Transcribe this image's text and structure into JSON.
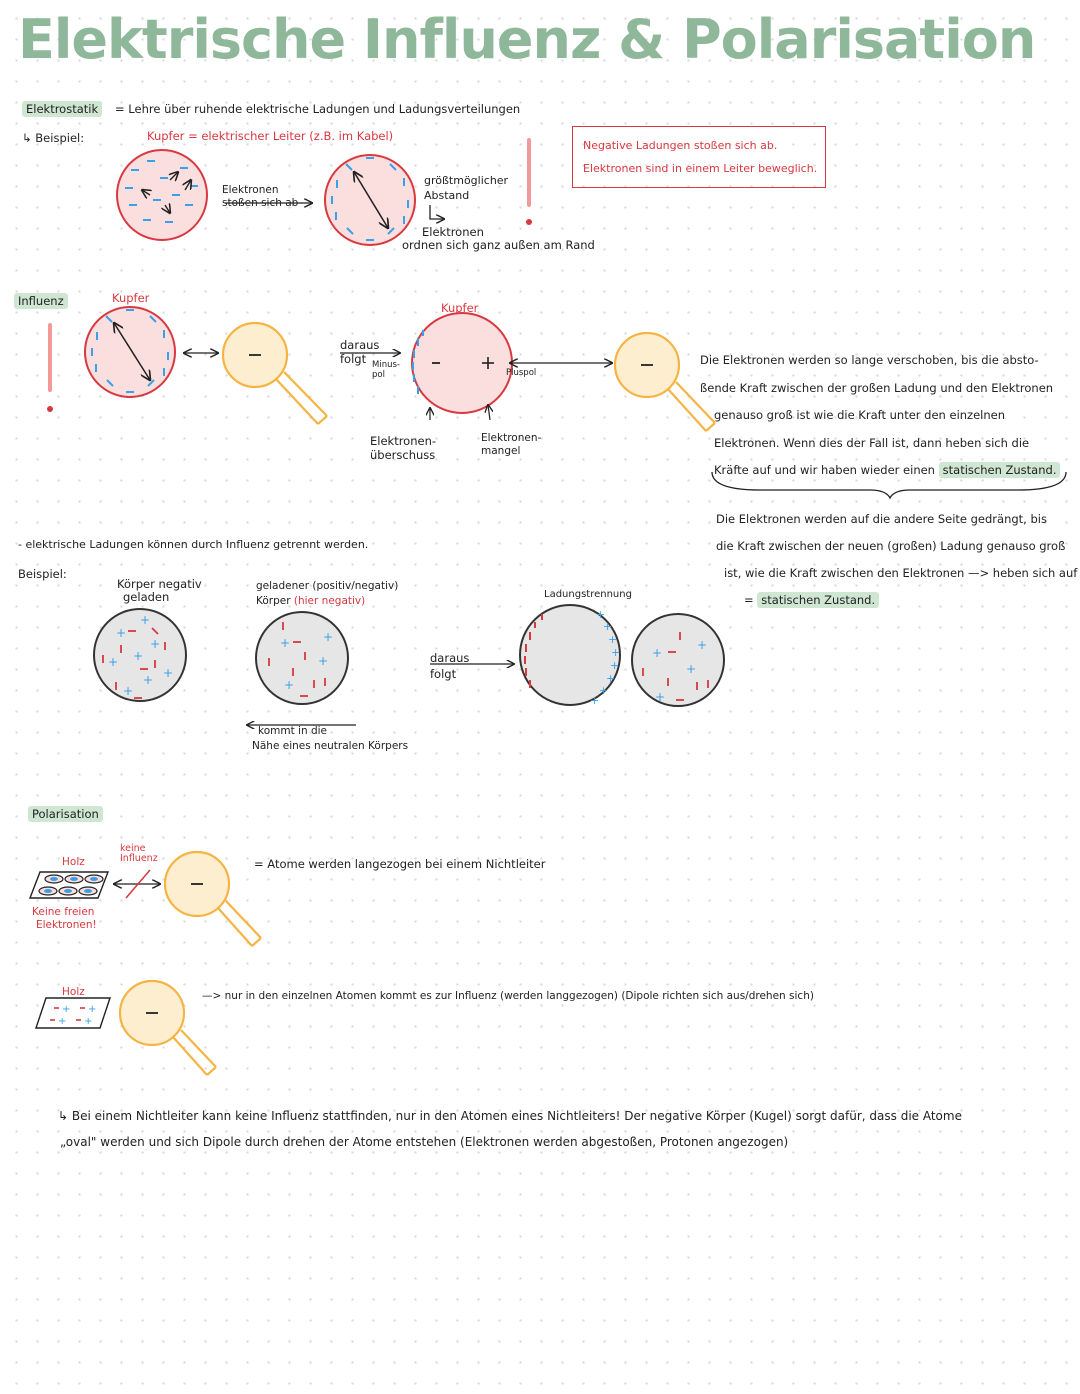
{
  "title": "Elektrische Influenz & Polarisation",
  "section1": {
    "tag": "Elektrostatik",
    "definition": "= Lehre über ruhende elektrische Ladungen und Ladungsverteilungen",
    "beispiel_label": "Beispiel:",
    "kupfer_note": "Kupfer = elektrischer Leiter (z.B. im Kabel)",
    "arrow_label_line1": "Elektronen",
    "arrow_label_line2": "stoßen sich ab",
    "abstand_line1": "größtmöglicher",
    "abstand_line2": "Abstand",
    "rand_line1": "Elektronen",
    "rand_line2": "ordnen sich ganz außen am Rand",
    "box_line1": "Negative Ladungen stoßen sich ab.",
    "box_line2": "Elektronen sind in einem Leiter beweglich."
  },
  "section2": {
    "tag": "Influenz",
    "kupfer_left": "Kupfer",
    "kupfer_right": "Kupfer",
    "daraus_line1": "daraus",
    "daraus_line2": "folgt",
    "minuspol_line1": "Minus-",
    "minuspol_line2": "pol",
    "pluspol": "Pluspol",
    "ueberschuss_line1": "Elektronen-",
    "ueberschuss_line2": "überschuss",
    "mangel_line1": "Elektronen-",
    "mangel_line2": "mangel",
    "explanation": [
      "Die Elektronen werden so lange verschoben, bis die absto-",
      "ßende Kraft zwischen der großen Ladung und den Elektronen",
      "genauso groß ist wie die Kraft unter den einzelnen",
      "Elektronen. Wenn dies der Fall ist, dann heben sich die"
    ],
    "explanation_last_prefix": "Kräfte auf und wir haben wieder einen",
    "explanation_last_hl": "statischen Zustand.",
    "explanation2": [
      "Die Elektronen werden auf die andere Seite gedrängt, bis",
      "die Kraft zwischen der neuen (großen) Ladung genauso groß",
      "ist, wie die Kraft zwischen den Elektronen —> heben sich auf"
    ],
    "explanation2_eq": "=",
    "explanation2_hl": "statischen Zustand."
  },
  "section3": {
    "statement": "- elektrische Ladungen können durch Influenz getrennt werden.",
    "beispiel_label": "Beispiel:",
    "koerper_line1": "Körper negativ",
    "koerper_line2": "geladen",
    "geladener_line1": "geladener (positiv/negativ)",
    "geladener_prefix": "Körper",
    "geladener_red": "(hier negativ)",
    "kommt_line1": "kommt in die",
    "kommt_line2": "Nähe eines neutralen Körpers",
    "daraus_line1": "daraus",
    "daraus_line2": "folgt",
    "ladungstrennung": "Ladungstrennung"
  },
  "section4": {
    "tag": "Polarisation",
    "holz1": "Holz",
    "keine_influenz_line1": "keine",
    "keine_influenz_line2": "Influenz",
    "keine_freien_line1": "Keine freien",
    "keine_freien_line2": "Elektronen!",
    "atome_note": "= Atome werden langezogen bei einem Nichtleiter",
    "holz2": "Holz",
    "dipol_note": "—> nur in den einzelnen Atomen kommt es zur Influenz (werden langgezogen) (Dipole richten sich aus/drehen sich)",
    "summary_line1": "↳ Bei einem Nichtleiter kann keine Influenz stattfinden, nur in den Atomen eines Nichtleiters! Der negative Körper (Kugel) sorgt dafür, dass die Atome",
    "summary_line2": "„oval\" werden und sich Dipole durch drehen der Atome entstehen (Elektronen werden abgestoßen, Protonen angezogen)"
  },
  "colors": {
    "title_green": "#8fb89a",
    "highlight_green": "#cfe6d2",
    "red": "#d8383f",
    "pink_fill": "#fbdede",
    "orange": "#f5b443",
    "orange_fill": "#fdeecf",
    "gray_fill": "#e6e6e6",
    "blue": "#3aa0e8"
  }
}
